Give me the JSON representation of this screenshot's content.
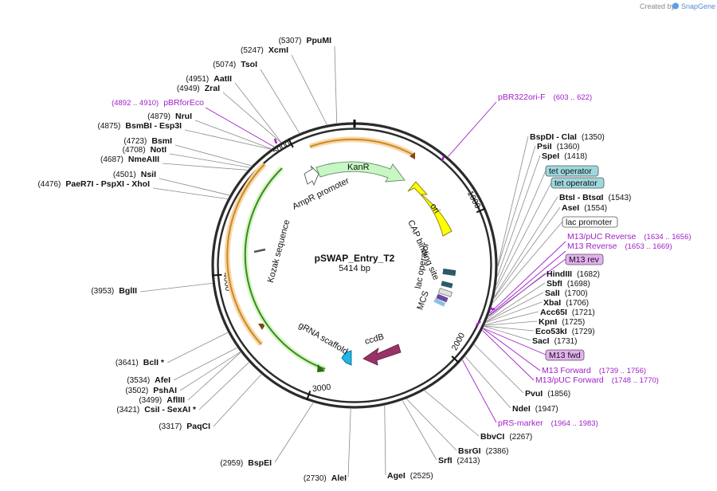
{
  "brand": {
    "created_by": "Created by",
    "app": "SnapGene"
  },
  "plasmid": {
    "name": "pSWAP_Entry_T2",
    "length_label": "5414 bp",
    "length": 5414
  },
  "ticks": [
    "1000",
    "2000",
    "3000",
    "4000",
    "5000"
  ],
  "enzymes": [
    {
      "name": "PpuMI",
      "pos": "5307"
    },
    {
      "name": "XcmI",
      "pos": "5247"
    },
    {
      "name": "TsoI",
      "pos": "5074"
    },
    {
      "name": "AatII",
      "pos": "4951"
    },
    {
      "name": "ZraI",
      "pos": "4949"
    },
    {
      "name": "NruI",
      "pos": "4879"
    },
    {
      "name": "BsmBI - Esp3I",
      "pos": "4875"
    },
    {
      "name": "BsmI",
      "pos": "4723"
    },
    {
      "name": "NotI",
      "pos": "4708"
    },
    {
      "name": "NmeAIII",
      "pos": "4687"
    },
    {
      "name": "NsiI",
      "pos": "4501"
    },
    {
      "name": "PaeR7I - PspXI - XhoI",
      "pos": "4476"
    },
    {
      "name": "BglII",
      "pos": "3953"
    },
    {
      "name": "BclI *",
      "pos": "3641"
    },
    {
      "name": "AfeI",
      "pos": "3534"
    },
    {
      "name": "PshAI",
      "pos": "3502"
    },
    {
      "name": "AflIII",
      "pos": "3499"
    },
    {
      "name": "CsiI - SexAI *",
      "pos": "3421"
    },
    {
      "name": "PaqCI",
      "pos": "3317"
    },
    {
      "name": "BspEI",
      "pos": "2959"
    },
    {
      "name": "AleI",
      "pos": "2730"
    },
    {
      "name": "AgeI",
      "pos": "2525"
    },
    {
      "name": "SrfI",
      "pos": "2413"
    },
    {
      "name": "BsrGI",
      "pos": "2386"
    },
    {
      "name": "BbvCI",
      "pos": "2267"
    },
    {
      "name": "NdeI",
      "pos": "1947"
    },
    {
      "name": "PvuI",
      "pos": "1856"
    },
    {
      "name": "SacI",
      "pos": "1731"
    },
    {
      "name": "Eco53kI",
      "pos": "1729"
    },
    {
      "name": "KpnI",
      "pos": "1725"
    },
    {
      "name": "Acc65I",
      "pos": "1721"
    },
    {
      "name": "XbaI",
      "pos": "1706"
    },
    {
      "name": "SalI",
      "pos": "1700"
    },
    {
      "name": "SbfI",
      "pos": "1698"
    },
    {
      "name": "HindIII",
      "pos": "1682"
    },
    {
      "name": "AseI",
      "pos": "1554"
    },
    {
      "name": "BtsI - BtsαI",
      "pos": "1543"
    },
    {
      "name": "SpeI",
      "pos": "1418"
    },
    {
      "name": "PsiI",
      "pos": "1360"
    },
    {
      "name": "BspDI - ClaI",
      "pos": "1350"
    }
  ],
  "primers": [
    {
      "name": "pBR322ori-F",
      "range": "(603 .. 622)"
    },
    {
      "name": "pBRforEco",
      "range": "(4892 .. 4910)"
    },
    {
      "name": "M13/pUC Reverse",
      "range": "(1634 .. 1656)"
    },
    {
      "name": "M13 Reverse",
      "range": "(1653 .. 1669)"
    },
    {
      "name": "M13 Forward",
      "range": "(1739 .. 1756)"
    },
    {
      "name": "M13/pUC Forward",
      "range": "(1748 .. 1770)"
    },
    {
      "name": "pRS-marker",
      "range": "(1964 .. 1983)"
    }
  ],
  "boxes": [
    {
      "name": "tet operator",
      "kind": "teal"
    },
    {
      "name": "tet operator",
      "kind": "teal"
    },
    {
      "name": "lac promoter",
      "kind": "white"
    },
    {
      "name": "M13 rev",
      "kind": "violet"
    },
    {
      "name": "M13 fwd",
      "kind": "violet"
    }
  ],
  "features": {
    "kanr": "KanR",
    "ampr_promoter": "AmpR promoter",
    "ori": "ori",
    "cap": "CAP binding site",
    "lac_operator": "lac operator",
    "mcs": "MCS",
    "kozak": "Kozak sequence",
    "grna": "gRNA scaffold",
    "ccdb": "ccdB"
  },
  "colors": {
    "backbone": "#2b2b2b",
    "kanr": "#c8f7c5",
    "ori": "#ffff00",
    "ccdb": "#993366",
    "grna": "#1fb6e8",
    "orange_arc": "#f2a13a",
    "green_arc": "#3a8a1a",
    "primer": "#a020c8",
    "teal_box": "#9ed8df",
    "violet_box": "#e4b0f0"
  }
}
